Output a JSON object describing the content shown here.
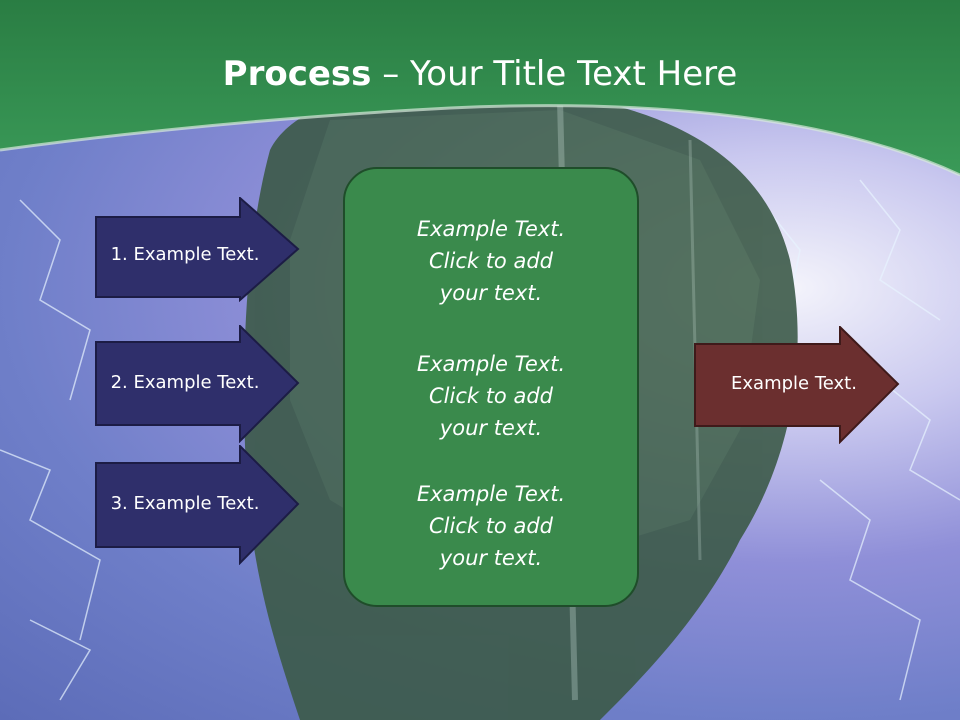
{
  "colors": {
    "title_band": "#2e8a4a",
    "left_arrow_fill": "#2f2f6b",
    "center_box_fill": "#3a8a4c",
    "right_arrow_fill": "#6b2f2f"
  },
  "title": {
    "bold": "Process",
    "dash": " – ",
    "rest": "Your Title Text Here"
  },
  "left_arrows": [
    {
      "label": "1. Example Text."
    },
    {
      "label": "2. Example Text."
    },
    {
      "label": "3. Example Text."
    }
  ],
  "center_box": {
    "blocks": [
      {
        "lines": [
          "Example Text.",
          "Click  to add",
          "your text."
        ]
      },
      {
        "lines": [
          "Example Text.",
          "Click  to add",
          "your text."
        ]
      },
      {
        "lines": [
          "Example Text.",
          "Click  to add",
          "your text."
        ]
      }
    ]
  },
  "right_arrow": {
    "label": "Example Text."
  }
}
